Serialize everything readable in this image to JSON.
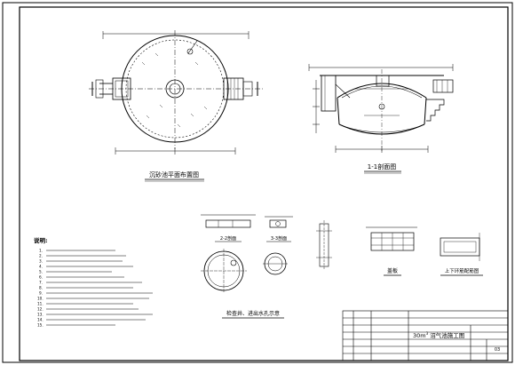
{
  "drawing": {
    "plan_title": "沉砂池平面布置图",
    "section_title": "1-1剖面图",
    "section_marks": [
      "1",
      "1"
    ],
    "detail_titles": [
      "2-2剖面",
      "3-3剖面"
    ],
    "manhole_title": "检查井、进出水孔示意",
    "cover_title": "盖板",
    "ring_title": "上下环筋配筋图",
    "notes_title": "说明:",
    "notes_numbers": [
      "1.",
      "2.",
      "3.",
      "4.",
      "5.",
      "6.",
      "7.",
      "8.",
      "9.",
      "10.",
      "11.",
      "12.",
      "13.",
      "14.",
      "15."
    ]
  },
  "title_block": {
    "main_prefix": "30m",
    "main_suffix": " 沼气池施工图",
    "superscript": "3",
    "sheet_no": "03"
  },
  "colors": {
    "line": "#000000",
    "paper": "#ffffff"
  }
}
